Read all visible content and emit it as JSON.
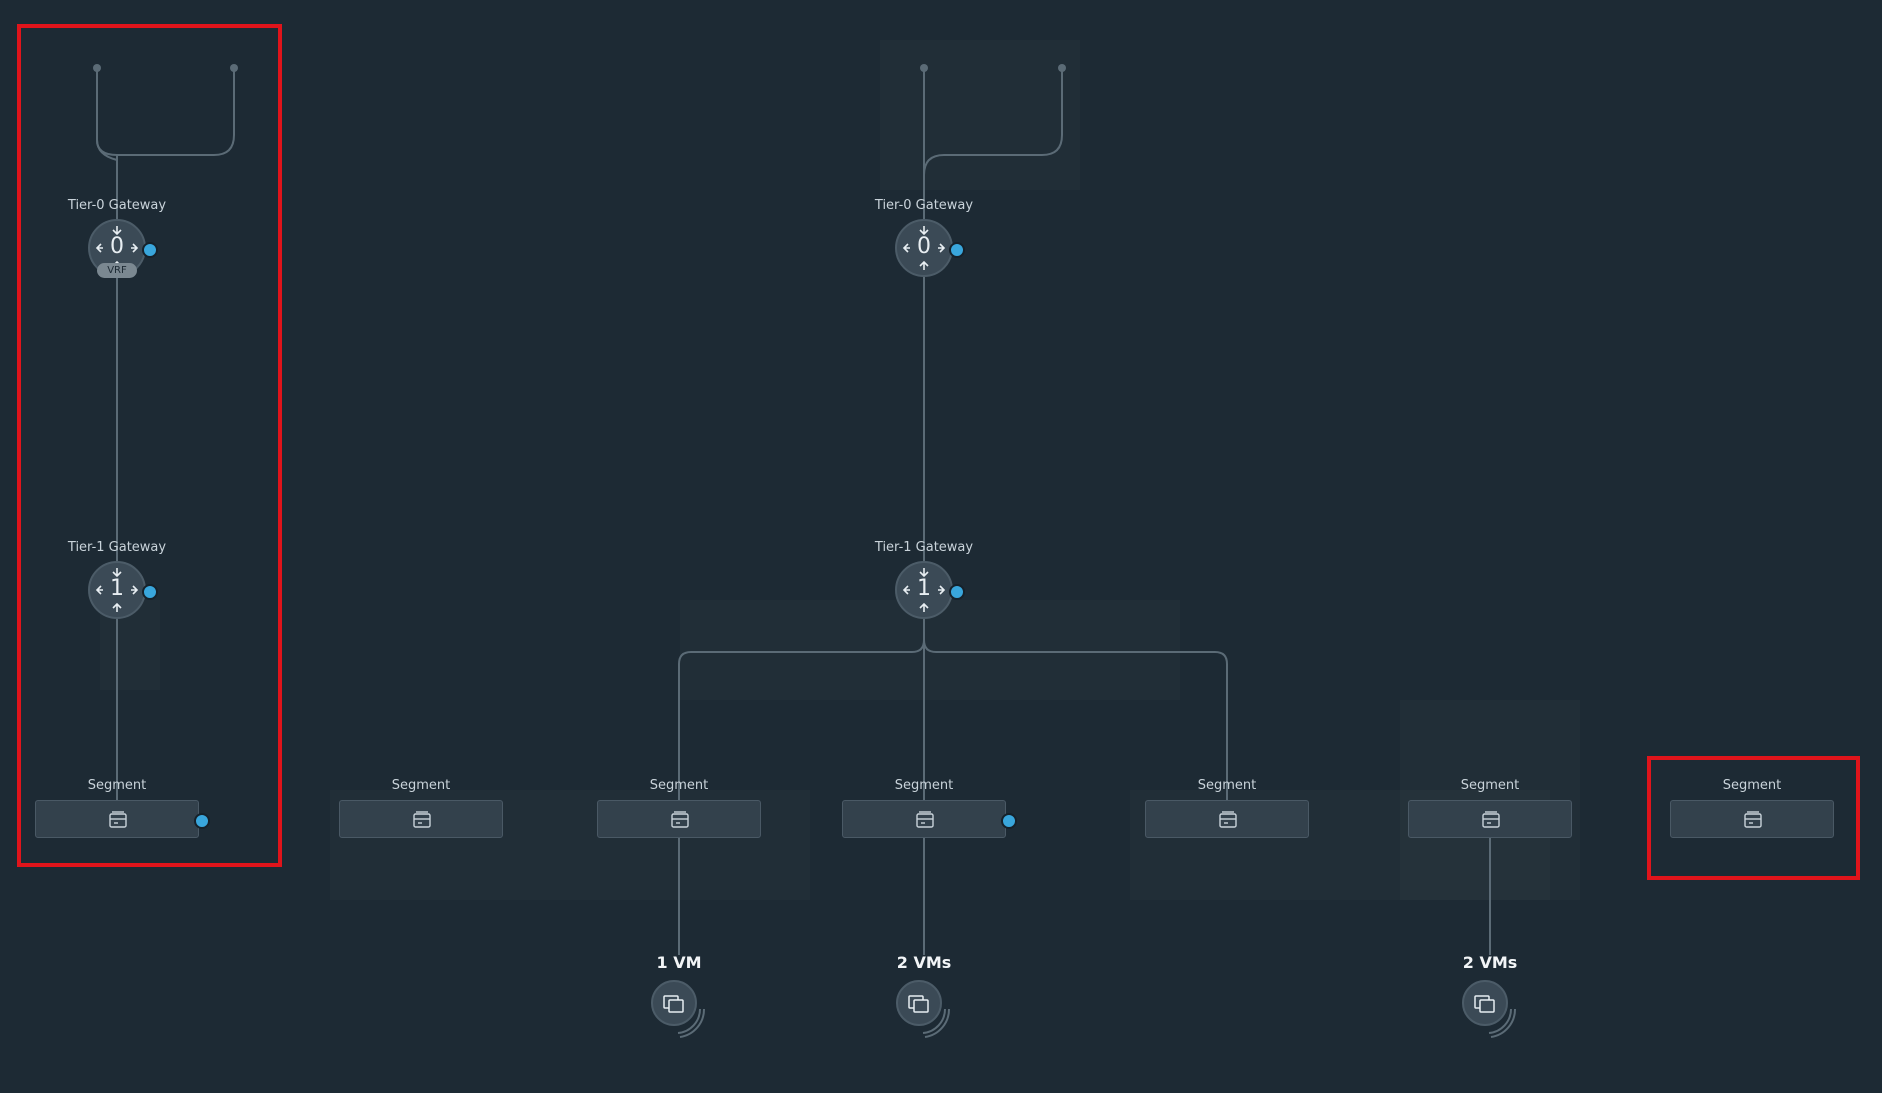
{
  "colors": {
    "background": "#1d2a34",
    "wire": "#5b6b76",
    "node_fill": "#3b4a56",
    "status": "#39a6dc",
    "highlight": "#e0141b"
  },
  "left_tree": {
    "tier0": {
      "label": "Tier-0 Gateway",
      "number": "0",
      "badge": "VRF",
      "icon": "tier0-gateway-icon"
    },
    "tier1": {
      "label": "Tier-1 Gateway",
      "number": "1",
      "icon": "tier1-gateway-icon"
    },
    "segment": {
      "label": "Segment",
      "icon": "segment-icon"
    }
  },
  "main_tree": {
    "tier0": {
      "label": "Tier-0 Gateway",
      "number": "0",
      "icon": "tier0-gateway-icon"
    },
    "tier1": {
      "label": "Tier-1 Gateway",
      "number": "1",
      "icon": "tier1-gateway-icon"
    }
  },
  "segments": [
    {
      "label": "Segment"
    },
    {
      "label": "Segment"
    },
    {
      "label": "Segment"
    },
    {
      "label": "Segment"
    },
    {
      "label": "Segment"
    },
    {
      "label": "Segment"
    }
  ],
  "vm_groups": [
    {
      "label": "1 VM",
      "icon": "vm-icon"
    },
    {
      "label": "2 VMs",
      "icon": "vm-icon"
    },
    {
      "label": "2 VMs",
      "icon": "vm-icon"
    }
  ]
}
